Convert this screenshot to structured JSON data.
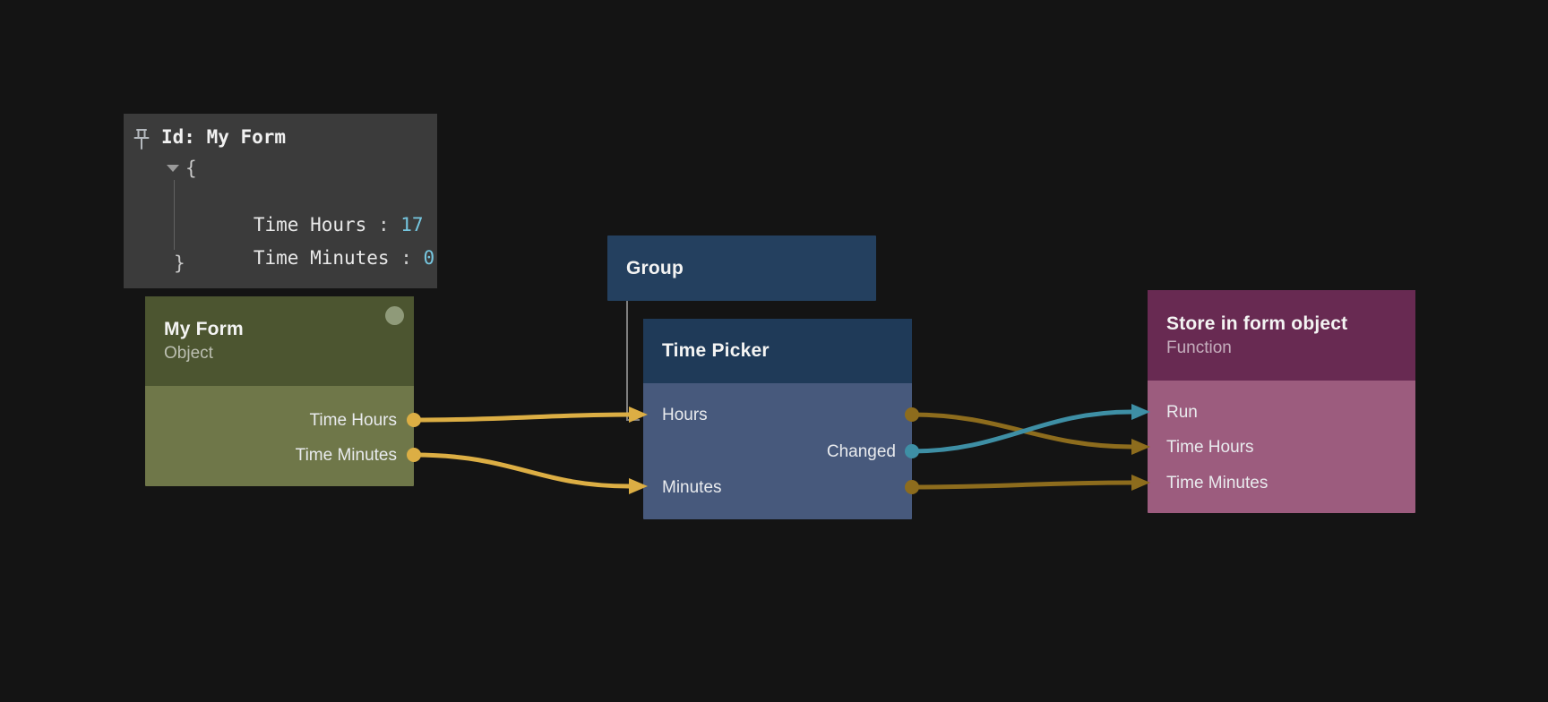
{
  "pinned_panel": {
    "title": "Id: My Form",
    "brace_open": "{",
    "brace_close": "}",
    "separator": " : ",
    "entries": [
      {
        "key": "Time Hours",
        "value": "17"
      },
      {
        "key": "Time Minutes",
        "value": "0"
      }
    ]
  },
  "nodes": {
    "my_form": {
      "title": "My Form",
      "subtitle": "Object",
      "outputs": [
        {
          "label": "Time Hours"
        },
        {
          "label": "Time Minutes"
        }
      ]
    },
    "group": {
      "title": "Group"
    },
    "time_picker": {
      "title": "Time Picker",
      "inputs": [
        {
          "label": "Hours"
        },
        {
          "label": "Minutes"
        }
      ],
      "outputs": [
        {
          "label": "Changed"
        }
      ]
    },
    "store_in_form_object": {
      "title": "Store in form object",
      "subtitle": "Function",
      "inputs": [
        {
          "label": "Run"
        },
        {
          "label": "Time Hours"
        },
        {
          "label": "Time Minutes"
        }
      ]
    }
  },
  "icons": {
    "panel_pin": "pushpin-icon",
    "tree_collapse": "triangle-down-icon",
    "output_port": "circle-dot",
    "input_port": "arrow-right"
  },
  "colors": {
    "background": "#141414",
    "panel_bg": "#3b3b3b",
    "value_cyan": "#76c7e0",
    "my_form_header": "#4c5530",
    "my_form_body": "#6f7749",
    "group_fill": "#24405f",
    "time_picker_header": "#1f3a58",
    "time_picker_body": "#47597c",
    "store_header": "#682a52",
    "store_body": "#9c5c7e",
    "wire_gold_bright": "#dcae44",
    "wire_gold_dark": "#8d6c1d",
    "wire_teal": "#3e8fa5",
    "group_line": "#7f7f7f",
    "badge_dot": "#8f9a79"
  }
}
